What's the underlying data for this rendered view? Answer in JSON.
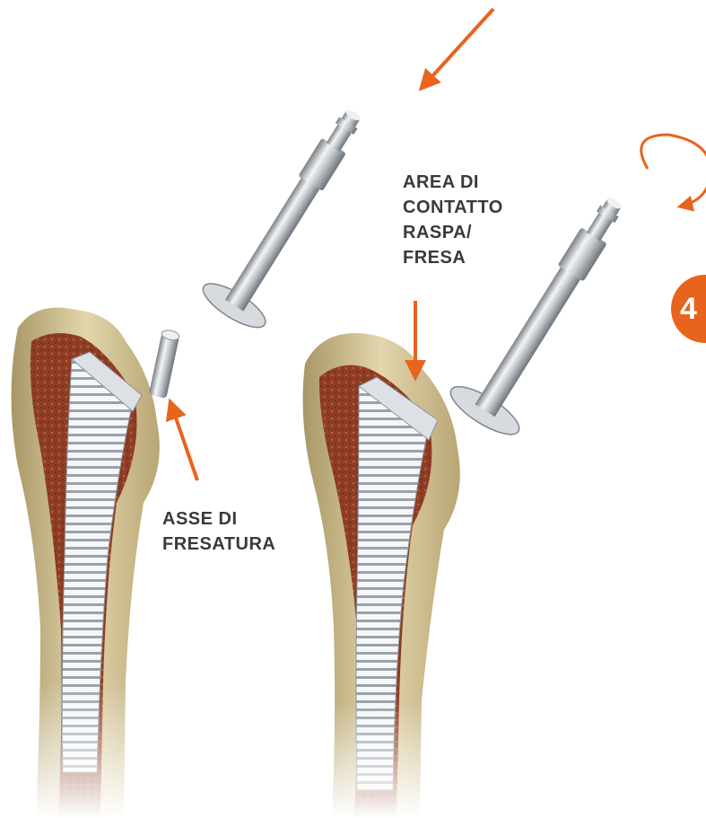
{
  "labels": {
    "contact_area": [
      "AREA DI",
      "CONTATTO",
      "RASPA/",
      "FRESA"
    ],
    "reaming_axis": [
      "ASSE DI",
      "FRESATURA"
    ]
  },
  "step_number": "4",
  "colors": {
    "arrow": "#e8641c",
    "label_text": "#3a3a3a",
    "bone": "#c9b98a",
    "marrow": "#8a3a22",
    "metal": "#c8ccd0"
  }
}
